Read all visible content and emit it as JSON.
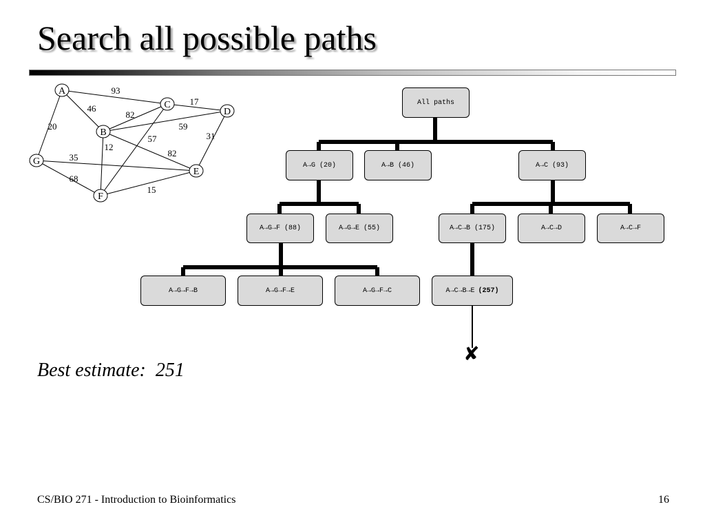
{
  "slide": {
    "title": "Search all possible paths",
    "best_estimate": "Best estimate:  251",
    "footer": "CS/BIO 271 - Introduction to Bioinformatics",
    "page_number": "16"
  },
  "graph": {
    "nodes": [
      "A",
      "B",
      "C",
      "D",
      "E",
      "F",
      "G"
    ],
    "edges": [
      {
        "from": "A",
        "to": "C",
        "weight": "93"
      },
      {
        "from": "A",
        "to": "B",
        "weight": "46"
      },
      {
        "from": "A",
        "to": "G",
        "weight": "20"
      },
      {
        "from": "C",
        "to": "D",
        "weight": "17"
      },
      {
        "from": "B",
        "to": "C",
        "weight": "82"
      },
      {
        "from": "B",
        "to": "D",
        "weight": "59"
      },
      {
        "from": "C",
        "to": "F",
        "weight": "57"
      },
      {
        "from": "D",
        "to": "E",
        "weight": "31"
      },
      {
        "from": "B",
        "to": "F",
        "weight": "12"
      },
      {
        "from": "B",
        "to": "E",
        "weight": "82"
      },
      {
        "from": "G",
        "to": "E",
        "weight": "35"
      },
      {
        "from": "G",
        "to": "F",
        "weight": "68"
      },
      {
        "from": "F",
        "to": "E",
        "weight": "15"
      }
    ]
  },
  "tree": {
    "root": "All paths",
    "level1": [
      {
        "path": "A→G",
        "cost": "(20)"
      },
      {
        "path": "A→B",
        "cost": "(46)"
      },
      {
        "path": "A→C",
        "cost": "(93)"
      }
    ],
    "level2": [
      {
        "path": "A→G→F",
        "cost": "(88)"
      },
      {
        "path": "A→G→E",
        "cost": "(55)"
      },
      {
        "path": "A→C→B",
        "cost": "(175)"
      },
      {
        "path": "A→C→D",
        "cost": ""
      },
      {
        "path": "A→C→F",
        "cost": ""
      }
    ],
    "level3": [
      {
        "path": "A→G→F→B",
        "cost": ""
      },
      {
        "path": "A→G→F→E",
        "cost": ""
      },
      {
        "path": "A→G→F→C",
        "cost": ""
      },
      {
        "path": "A→C→B→E",
        "cost": "(257)"
      }
    ],
    "pruned_marker": "✘"
  }
}
